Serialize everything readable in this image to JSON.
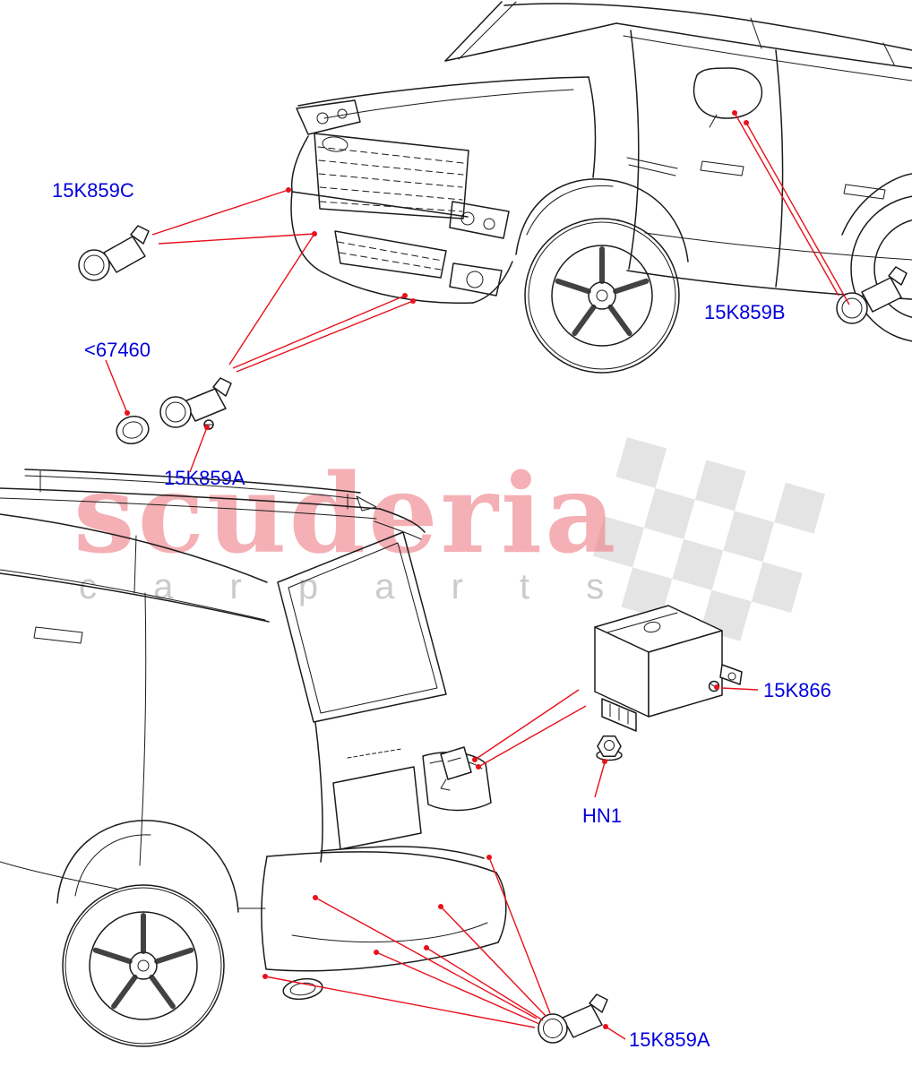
{
  "watermark": {
    "brand": "scuderia",
    "tagline": "c a r   p a r t s"
  },
  "colors": {
    "label_blue": "#0000dd",
    "leader_red": "#e8111c",
    "watermark_pink": "#ee8089",
    "watermark_gray": "#c9c9c9",
    "checker_gray": "#d4d4d4",
    "line_art": "#1b1b1b"
  },
  "parts": {
    "sensor_front_outer": {
      "label": "15K859C"
    },
    "grommet": {
      "label": "<67460"
    },
    "sensor_front_center": {
      "label": "15K859A"
    },
    "sensor_side": {
      "label": "15K859B"
    },
    "module": {
      "label": "15K866"
    },
    "nut": {
      "label": "HN1"
    },
    "sensor_rear": {
      "label": "15K859A"
    }
  }
}
